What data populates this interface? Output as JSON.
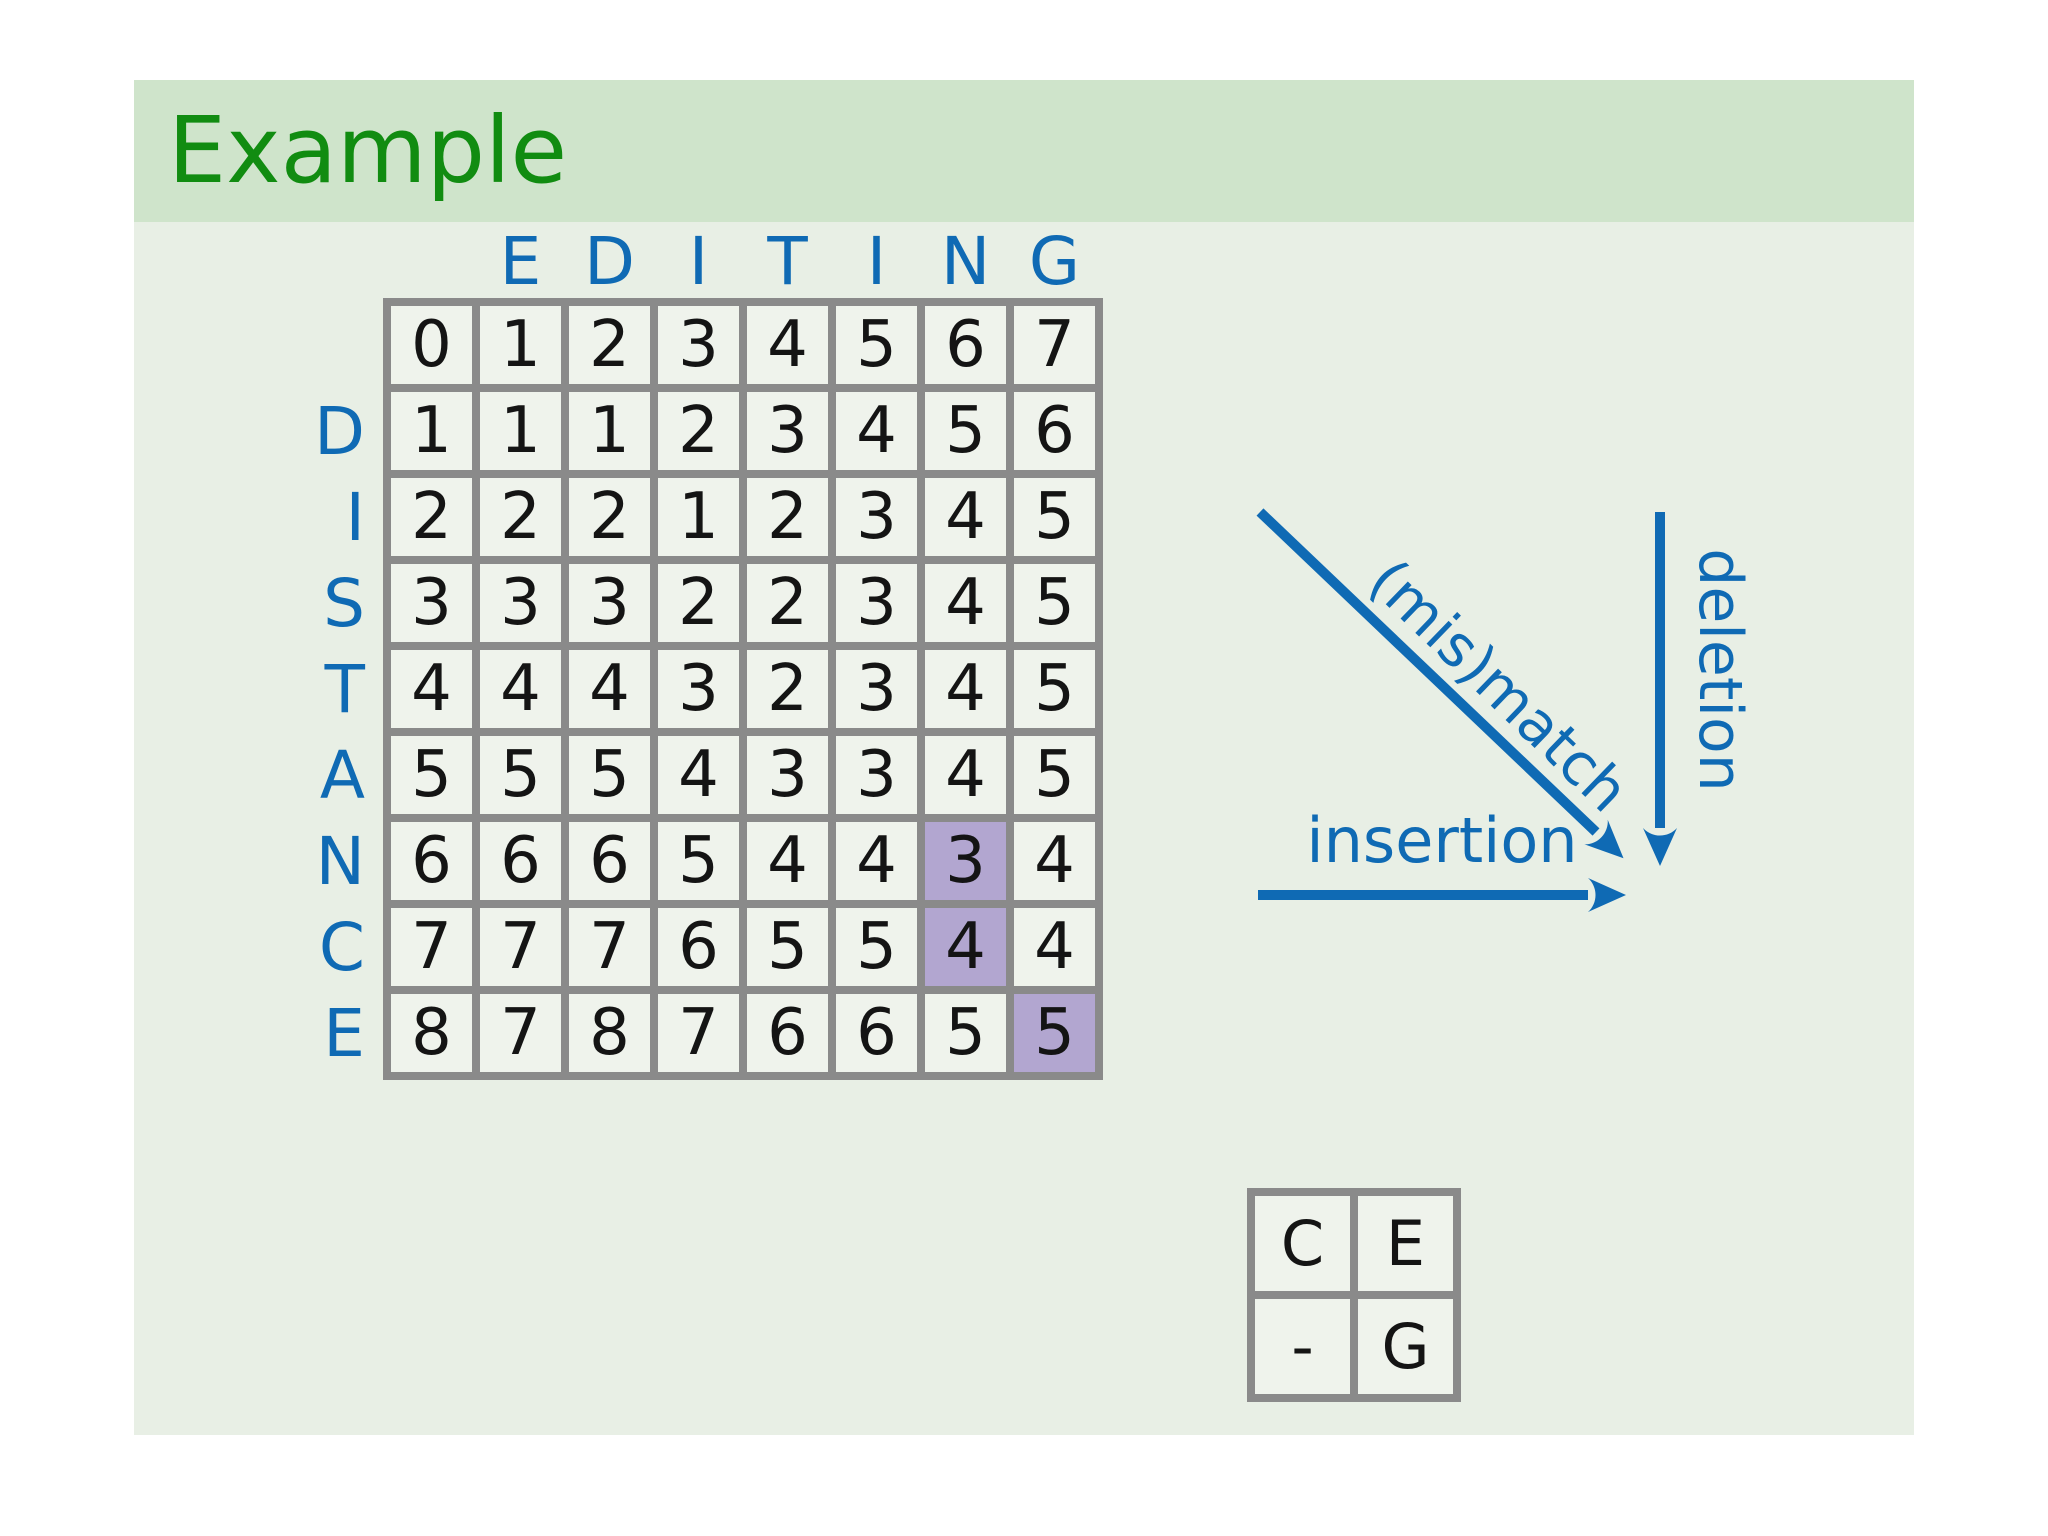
{
  "title": "Example",
  "colors": {
    "title_green": "#118c11",
    "accent_blue": "#0f6ab4",
    "highlight_purple": "#b2a6d0",
    "grid_border_gray": "#8a8a8a",
    "titlebar_bg": "#cfe4cb",
    "content_bg": "#e8efe5"
  },
  "matrix": {
    "top_word": "EDITING",
    "left_word": "DISTANCE",
    "col_headers": [
      "E",
      "D",
      "I",
      "T",
      "I",
      "N",
      "G"
    ],
    "row_labels": [
      "D",
      "I",
      "S",
      "T",
      "A",
      "N",
      "C",
      "E"
    ],
    "rows": [
      [
        0,
        1,
        2,
        3,
        4,
        5,
        6,
        7
      ],
      [
        1,
        1,
        1,
        2,
        3,
        4,
        5,
        6
      ],
      [
        2,
        2,
        2,
        1,
        2,
        3,
        4,
        5
      ],
      [
        3,
        3,
        3,
        2,
        2,
        3,
        4,
        5
      ],
      [
        4,
        4,
        4,
        3,
        2,
        3,
        4,
        5
      ],
      [
        5,
        5,
        5,
        4,
        3,
        3,
        4,
        5
      ],
      [
        6,
        6,
        6,
        5,
        4,
        4,
        3,
        4
      ],
      [
        7,
        7,
        7,
        6,
        5,
        5,
        4,
        4
      ],
      [
        8,
        7,
        8,
        7,
        6,
        6,
        5,
        5
      ]
    ],
    "highlighted_cells": [
      {
        "row": 6,
        "col": 6,
        "value": 3
      },
      {
        "row": 7,
        "col": 6,
        "value": 4
      },
      {
        "row": 8,
        "col": 7,
        "value": 5
      }
    ]
  },
  "legend": {
    "mismatch_label": "(mis)match",
    "deletion_label": "deletion",
    "insertion_label": "insertion"
  },
  "mini_table": {
    "rows": [
      [
        "C",
        "E"
      ],
      [
        "-",
        "G"
      ]
    ]
  }
}
